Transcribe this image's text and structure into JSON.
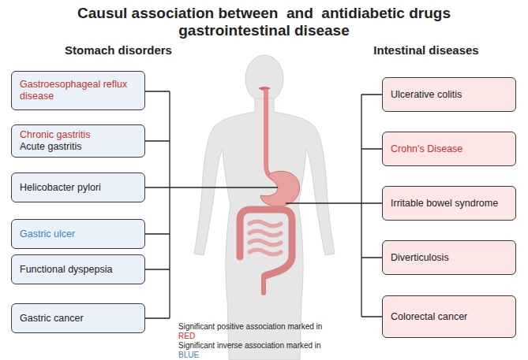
{
  "diagram": {
    "title": "Causul association between  and  antidiabetic drugs gastrointestinal disease",
    "nodes": [
      {
        "text": [
          "Gastroesophageal reflux disease"
        ]
      },
      {
        "text": [
          "Chronic gastritis",
          "Acute gastritis"
        ]
      },
      {
        "text": [
          "Helicobacter pylori"
        ]
      },
      {
        "text": [
          "Gastric ulcer"
        ]
      },
      {
        "text": [
          "Functional dyspepsia"
        ]
      },
      {
        "text": [
          "Gastric cancer"
        ]
      },
      {
        "text": [
          "Ulcerative colitis"
        ]
      },
      {
        "text": [
          "Crohn's Disease"
        ]
      },
      {
        "text": [
          "Irritable bowel syndrome"
        ]
      },
      {
        "text": [
          "Diverticulosis"
        ]
      },
      {
        "text": [
          "Colorectal cancer"
        ]
      }
    ],
    "labels": [
      "Stomach disorders",
      "Intestinal diseases",
      "Significant positive association marked in",
      "RED",
      "Significant inverse association marked in",
      "BLUE"
    ]
  }
}
